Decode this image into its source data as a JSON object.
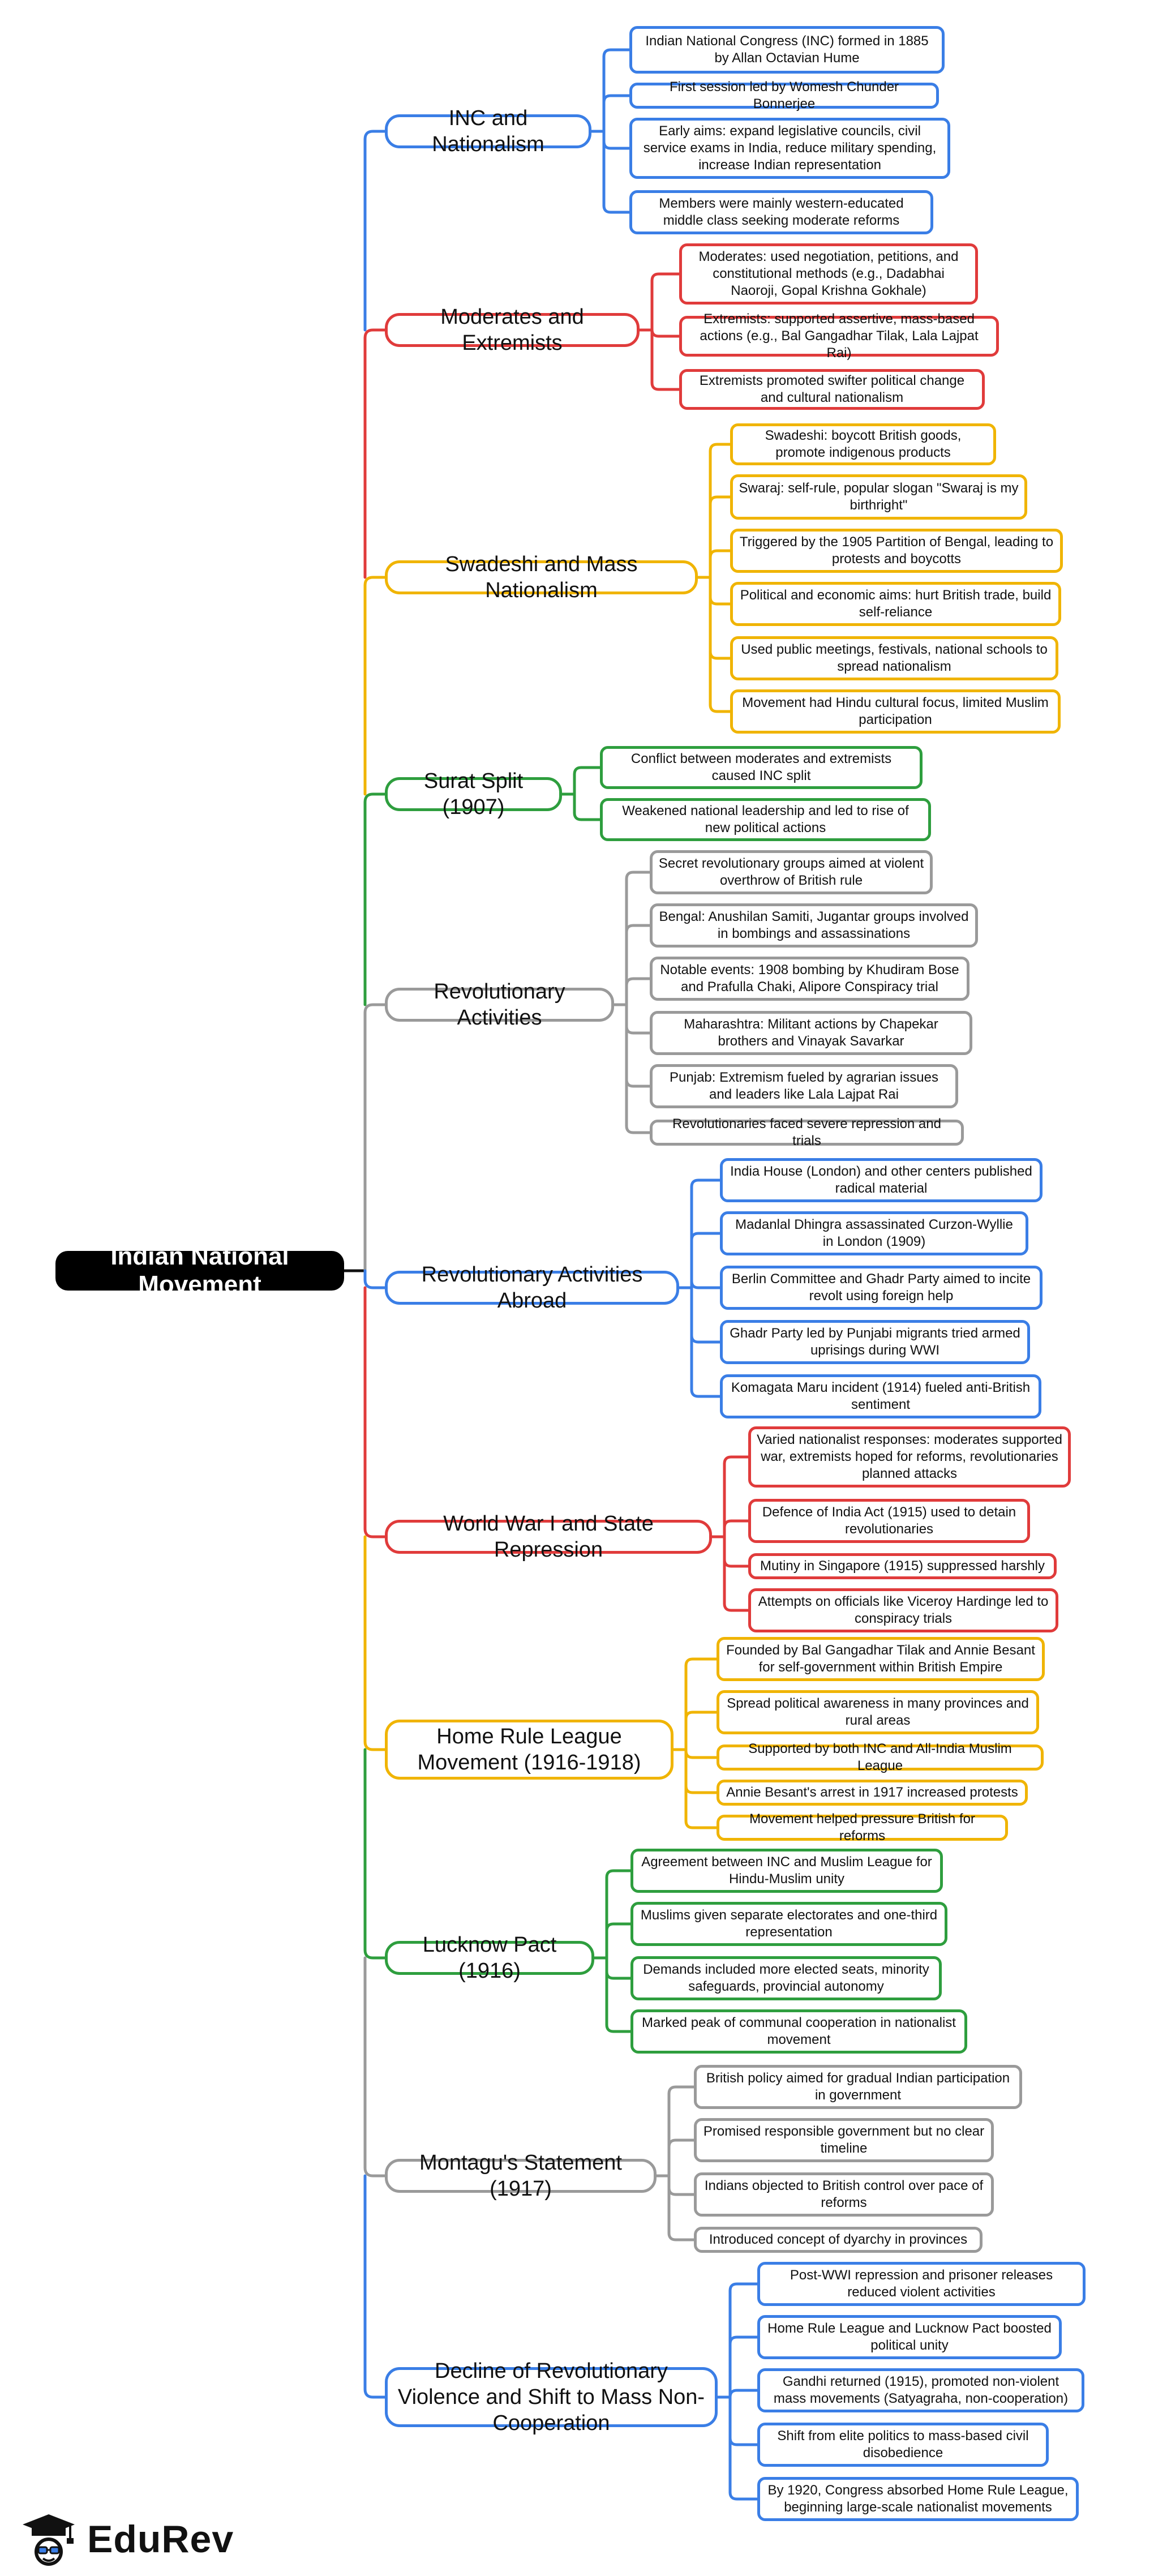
{
  "root": {
    "label": "Indian National Movement"
  },
  "colors": {
    "blue": "#3A7EE6",
    "red": "#E03B3B",
    "yellow": "#F0B400",
    "green": "#2E9E3E",
    "gray": "#9A9A9A"
  },
  "branches": [
    {
      "label": "INC and Nationalism",
      "color": "blue",
      "leaves": [
        "Indian National Congress (INC) formed in 1885 by Allan Octavian Hume",
        "First session led by Womesh Chunder Bonnerjee",
        "Early aims: expand legislative councils, civil service exams in India, reduce military spending, increase Indian representation",
        "Members were mainly western-educated middle class seeking moderate reforms"
      ]
    },
    {
      "label": "Moderates and Extremists",
      "color": "red",
      "leaves": [
        "Moderates: used negotiation, petitions, and constitutional methods (e.g., Dadabhai Naoroji, Gopal Krishna Gokhale)",
        "Extremists: supported assertive, mass-based actions (e.g., Bal Gangadhar Tilak, Lala Lajpat Rai)",
        "Extremists promoted swifter political change and cultural nationalism"
      ]
    },
    {
      "label": "Swadeshi and Mass Nationalism",
      "color": "yellow",
      "leaves": [
        "Swadeshi: boycott British goods, promote indigenous products",
        "Swaraj: self-rule, popular slogan \"Swaraj is my birthright\"",
        "Triggered by the 1905 Partition of Bengal, leading to protests and boycotts",
        "Political and economic aims: hurt British trade, build self-reliance",
        "Used public meetings, festivals, national schools to spread nationalism",
        "Movement had Hindu cultural focus, limited Muslim participation"
      ]
    },
    {
      "label": "Surat Split (1907)",
      "color": "green",
      "leaves": [
        "Conflict between moderates and extremists caused INC split",
        "Weakened national leadership and led to rise of new political actions"
      ]
    },
    {
      "label": "Revolutionary Activities",
      "color": "gray",
      "leaves": [
        "Secret revolutionary groups aimed at violent overthrow of British rule",
        "Bengal: Anushilan Samiti, Jugantar groups involved in bombings and assassinations",
        "Notable events: 1908 bombing by Khudiram Bose and Prafulla Chaki, Alipore Conspiracy trial",
        "Maharashtra: Militant actions by Chapekar brothers and Vinayak Savarkar",
        "Punjab: Extremism fueled by agrarian issues and leaders like Lala Lajpat Rai",
        "Revolutionaries faced severe repression and trials"
      ]
    },
    {
      "label": "Revolutionary Activities Abroad",
      "color": "blue",
      "leaves": [
        "India House (London) and other centers published radical material",
        "Madanlal Dhingra assassinated Curzon-Wyllie in London (1909)",
        "Berlin Committee and Ghadr Party aimed to incite revolt using foreign help",
        "Ghadr Party led by Punjabi migrants tried armed uprisings during WWI",
        "Komagata Maru incident (1914) fueled anti-British sentiment"
      ]
    },
    {
      "label": "World War I and State Repression",
      "color": "red",
      "leaves": [
        "Varied nationalist responses: moderates supported war, extremists hoped for reforms, revolutionaries planned attacks",
        "Defence of India Act (1915) used to detain revolutionaries",
        "Mutiny in Singapore (1915) suppressed harshly",
        "Attempts on officials like Viceroy Hardinge led to conspiracy trials"
      ]
    },
    {
      "label": "Home Rule League Movement (1916-1918)",
      "color": "yellow",
      "leaves": [
        "Founded by Bal Gangadhar Tilak and Annie Besant for self-government within British Empire",
        "Spread political awareness in many provinces and rural areas",
        "Supported by both INC and All-India Muslim League",
        "Annie Besant's arrest in 1917 increased protests",
        "Movement helped pressure British for reforms"
      ]
    },
    {
      "label": "Lucknow Pact (1916)",
      "color": "green",
      "leaves": [
        "Agreement between INC and Muslim League for Hindu-Muslim unity",
        "Muslims given separate electorates and one-third representation",
        "Demands included more elected seats, minority safeguards, provincial autonomy",
        "Marked peak of communal cooperation in nationalist movement"
      ]
    },
    {
      "label": "Montagu's Statement (1917)",
      "color": "gray",
      "leaves": [
        "British policy aimed for gradual Indian participation in government",
        "Promised responsible government but no clear timeline",
        "Indians objected to British control over pace of reforms",
        "Introduced concept of dyarchy in provinces"
      ]
    },
    {
      "label": "Decline of Revolutionary Violence and Shift to Mass Non-Cooperation",
      "color": "blue",
      "leaves": [
        "Post-WWI repression and prisoner releases reduced violent activities",
        "Home Rule League and Lucknow Pact boosted political unity",
        "Gandhi returned (1915), promoted non-violent mass movements (Satyagraha, non-cooperation)",
        "Shift from elite politics to mass-based civil disobedience",
        "By 1920, Congress absorbed Home Rule League, beginning large-scale nationalist movements"
      ]
    }
  ],
  "logo": {
    "text": "EduRev",
    "icon": "graduation-cap-icon"
  }
}
